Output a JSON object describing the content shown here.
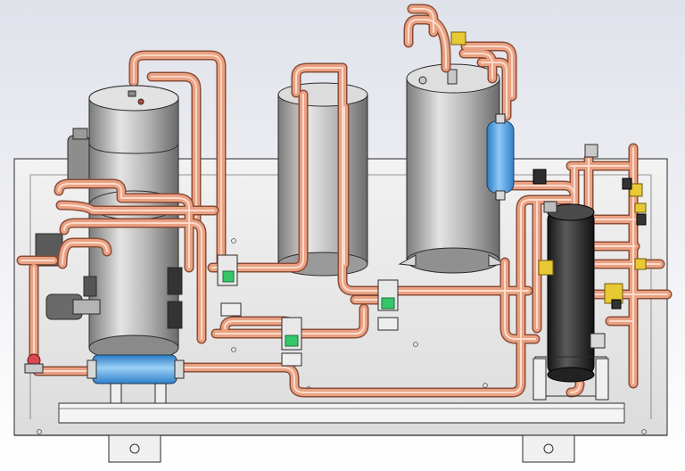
{
  "scene": {
    "description_visible_text": "",
    "components": [
      {
        "id": "vertical-receiver-tank",
        "kind": "tank"
      },
      {
        "id": "accumulator-tank",
        "kind": "tank"
      },
      {
        "id": "compressor",
        "kind": "tank"
      },
      {
        "id": "filter-drier",
        "kind": "filter"
      },
      {
        "id": "oil-separator",
        "kind": "tank"
      },
      {
        "id": "sight-glass-filter",
        "kind": "filter"
      },
      {
        "id": "solenoid-valve",
        "kind": "valve"
      },
      {
        "id": "expansion-valve",
        "kind": "valve"
      }
    ]
  },
  "colors": {
    "background_top": "#dfe2ea",
    "background_bottom": "#ffffff",
    "frame": "#e9e9e9",
    "frame_edge": "#2a2a2a",
    "copper": "#eaa182",
    "copper_light": "#f7c9b3",
    "copper_dark": "#c8785c",
    "steel": "#a9a9a9",
    "steel_light": "#dedede",
    "steel_dark": "#6f6f6f",
    "blue_part": "#57a9ea",
    "dark_part": "#2e2e2e",
    "brass": "#e8c933",
    "green_part": "#35c767",
    "red_part": "#d9474f"
  }
}
